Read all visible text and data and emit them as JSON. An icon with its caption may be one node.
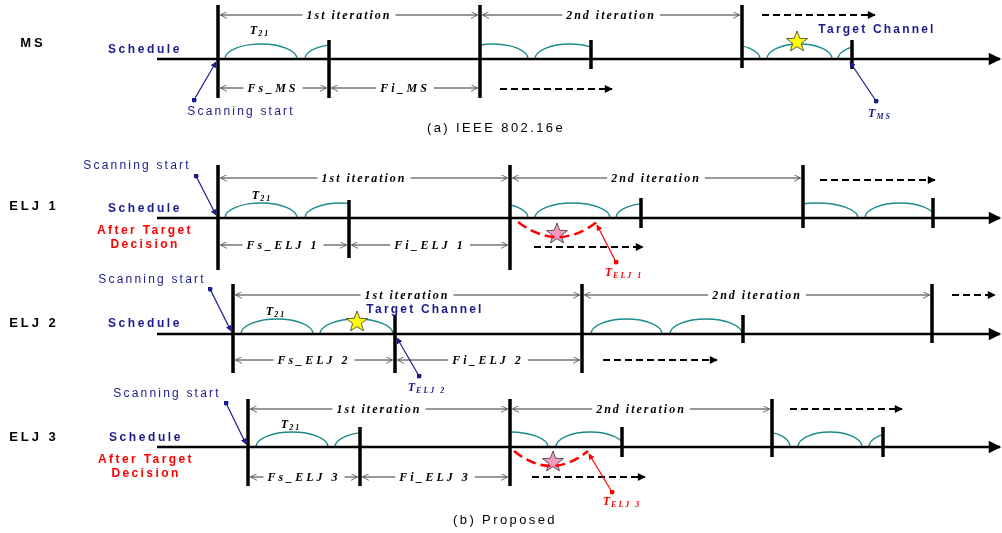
{
  "diagram": {
    "nodes": [
      {
        "text": [
          "Scanning start"
        ]
      },
      {
        "text": [
          "T$_{MS}$"
        ]
      },
      {
        "text": [
          "Scanning start"
        ]
      },
      {
        "text": [
          "T$_{ELJ 1}$"
        ]
      },
      {
        "text": [
          "Scanning start"
        ]
      },
      {
        "text": [
          "T$_{ELJ 2}$"
        ]
      },
      {
        "text": [
          "Scanning start"
        ]
      },
      {
        "text": [
          "T$_{ELJ 3}$"
        ]
      },
      {
        "text": [],
        "shape": "bar"
      },
      {
        "text": [],
        "shape": "bar"
      },
      {
        "text": [],
        "shape": "bar"
      },
      {
        "text": [],
        "shape": "arc"
      },
      {
        "text": [],
        "shape": "bar"
      },
      {
        "text": [],
        "shape": "bar"
      },
      {
        "text": [],
        "shape": "bar"
      },
      {
        "text": [],
        "shape": "arc"
      }
    ],
    "edges": [
      {
        "from": 0,
        "to": 8,
        "arrow": "to"
      },
      {
        "from": 1,
        "to": 9,
        "arrow": "to"
      },
      {
        "from": 2,
        "to": 10,
        "arrow": "to"
      },
      {
        "from": 3,
        "to": 11,
        "arrow": "to",
        "color": "#ff0000"
      },
      {
        "from": 4,
        "to": 12,
        "arrow": "to"
      },
      {
        "from": 5,
        "to": 13,
        "arrow": "to"
      },
      {
        "from": 6,
        "to": 14,
        "arrow": "to"
      },
      {
        "from": 7,
        "to": 15,
        "arrow": "to",
        "color": "#ff0000"
      }
    ],
    "labels": [
      "1st iteration",
      "2nd iteration",
      "MS",
      "Schedule",
      "T$_{21}$",
      "Target Channel",
      "Fs_MS",
      "Fi_MS",
      "(a) IEEE 802.16e",
      "1st iteration",
      "2nd iteration",
      "ELJ 1",
      "Schedule",
      "T$_{21}$",
      "After Target Decision",
      "Fs_ELJ 1",
      "Fi_ELJ 1",
      "1st iteration",
      "2nd iteration",
      "ELJ 2",
      "Schedule",
      "T$_{21}$",
      "Target Channel",
      "Fs_ELJ 2",
      "Fi_ELJ 2",
      "1st iteration",
      "2nd iteration",
      "ELJ 3",
      "Schedule",
      "T$_{21}$",
      "After Target Decision",
      "Fs_ELJ 3",
      "Fi_ELJ 3",
      "(b) Proposed"
    ]
  }
}
